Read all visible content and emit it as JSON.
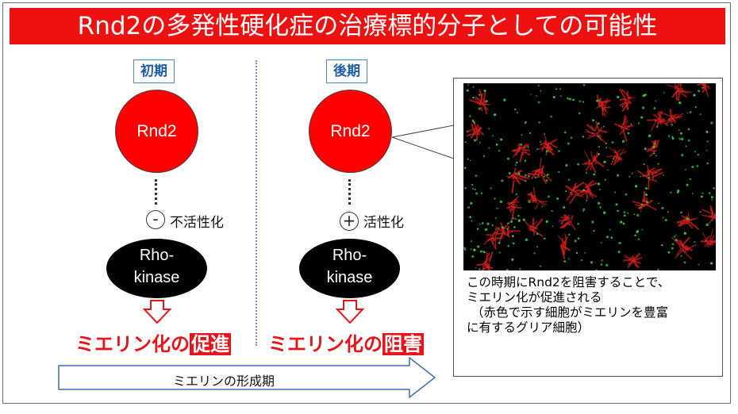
{
  "title": "Rnd2の多発性硬化症の治療標的分子としての可能性",
  "early": {
    "phase_label": "初期",
    "molecule": "Rnd2",
    "sign": "-",
    "action": "不活性化",
    "kinase_line1": "Rho-",
    "kinase_line2": "kinase",
    "result_prefix": "ミエリン化の",
    "result_emphasis": "促進"
  },
  "late": {
    "phase_label": "後期",
    "molecule": "Rnd2",
    "sign": "+",
    "action": "活性化",
    "kinase_line1": "Rho-",
    "kinase_line2": "kinase",
    "result_prefix": "ミエリン化の",
    "result_emphasis": "阻害"
  },
  "timeline_label": "ミエリンの形成期",
  "caption": {
    "line1": "この時期にRnd2を阻害することで、",
    "line2": "ミエリン化が促進される",
    "line3": "（赤色で示す細胞がミエリンを豊富",
    "line4": "に有するグリア細胞）"
  },
  "colors": {
    "banner": "#ee1111",
    "molecule": "#ff0000",
    "result_text": "#e8141b",
    "phase_border": "#4a86c8",
    "photo_cells": "#d4201c",
    "photo_nuclei": "#38c43c"
  }
}
